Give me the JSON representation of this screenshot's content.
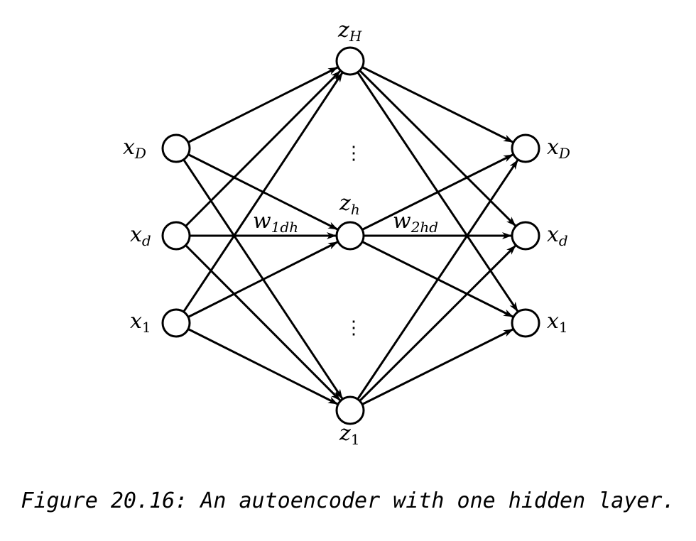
{
  "nodes": {
    "input": [
      {
        "id": "in-xD",
        "base": "x",
        "sub": "D"
      },
      {
        "id": "in-xd",
        "base": "x",
        "sub": "d"
      },
      {
        "id": "in-x1",
        "base": "x",
        "sub": "1"
      }
    ],
    "hidden": [
      {
        "id": "h-zH",
        "base": "z",
        "sub": "H"
      },
      {
        "id": "h-zh",
        "base": "z",
        "sub": "h"
      },
      {
        "id": "h-z1",
        "base": "z",
        "sub": "1"
      }
    ],
    "output": [
      {
        "id": "out-xD",
        "base": "x",
        "sub": "D"
      },
      {
        "id": "out-xd",
        "base": "x",
        "sub": "d"
      },
      {
        "id": "out-x1",
        "base": "x",
        "sub": "1"
      }
    ]
  },
  "edge_labels": {
    "encoder": {
      "base": "w",
      "sub": "1dh"
    },
    "decoder": {
      "base": "w",
      "sub": "2hd"
    }
  },
  "ellipsis": "⋮",
  "caption": "Figure 20.16: An autoencoder with one hidden layer."
}
